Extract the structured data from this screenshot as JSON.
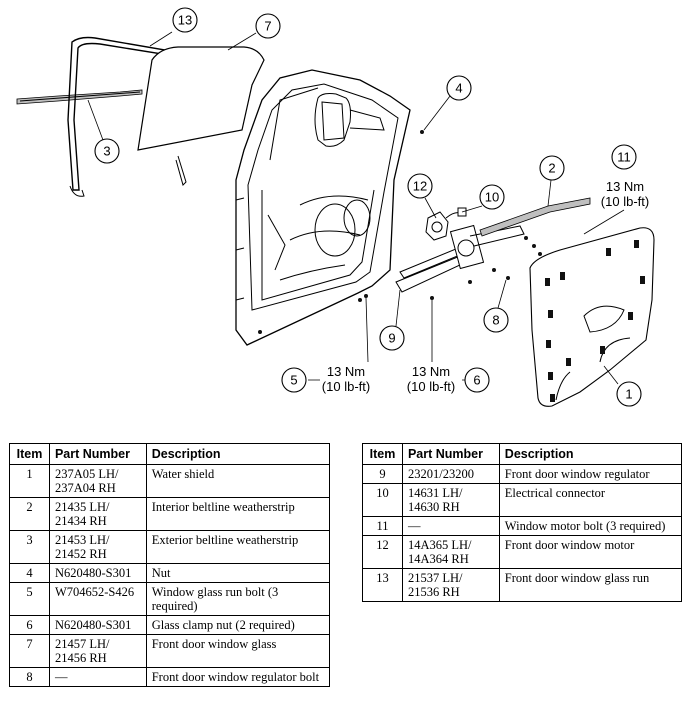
{
  "diagram": {
    "callouts": [
      {
        "id": "13",
        "label": "13"
      },
      {
        "id": "7",
        "label": "7"
      },
      {
        "id": "3",
        "label": "3"
      },
      {
        "id": "4",
        "label": "4"
      },
      {
        "id": "2",
        "label": "2"
      },
      {
        "id": "11",
        "label": "11"
      },
      {
        "id": "12",
        "label": "12"
      },
      {
        "id": "10",
        "label": "10"
      },
      {
        "id": "9",
        "label": "9"
      },
      {
        "id": "8",
        "label": "8"
      },
      {
        "id": "5",
        "label": "5"
      },
      {
        "id": "6",
        "label": "6"
      },
      {
        "id": "1",
        "label": "1"
      }
    ],
    "torque_labels": {
      "item11": {
        "nm": "13 Nm",
        "lbft": "(10 lb-ft)"
      },
      "item5": {
        "nm": "13 Nm",
        "lbft": "(10 lb-ft)"
      },
      "item6": {
        "nm": "13 Nm",
        "lbft": "(10 lb-ft)"
      }
    }
  },
  "tables": {
    "headers": {
      "item": "Item",
      "part_number": "Part Number",
      "description": "Description"
    },
    "left": [
      {
        "item": "1",
        "part_number": "237A05 LH/ 237A04 RH",
        "description": "Water shield"
      },
      {
        "item": "2",
        "part_number": "21435 LH/ 21434 RH",
        "description": "Interior beltline weatherstrip"
      },
      {
        "item": "3",
        "part_number": "21453 LH/ 21452 RH",
        "description": "Exterior beltline weatherstrip"
      },
      {
        "item": "4",
        "part_number": "N620480-S301",
        "description": "Nut"
      },
      {
        "item": "5",
        "part_number": "W704652-S426",
        "description": "Window glass run bolt (3 required)"
      },
      {
        "item": "6",
        "part_number": "N620480-S301",
        "description": "Glass clamp nut (2 required)"
      },
      {
        "item": "7",
        "part_number": "21457 LH/ 21456 RH",
        "description": "Front door window glass"
      },
      {
        "item": "8",
        "part_number": "—",
        "description": "Front door window regulator bolt"
      }
    ],
    "right": [
      {
        "item": "9",
        "part_number": "23201/23200",
        "description": "Front door window regulator"
      },
      {
        "item": "10",
        "part_number": "14631 LH/ 14630 RH",
        "description": "Electrical connector"
      },
      {
        "item": "11",
        "part_number": "—",
        "description": "Window motor bolt (3 required)"
      },
      {
        "item": "12",
        "part_number": "14A365 LH/ 14A364 RH",
        "description": "Front door window motor"
      },
      {
        "item": "13",
        "part_number": "21537 LH/ 21536 RH",
        "description": "Front door window glass run"
      }
    ]
  }
}
